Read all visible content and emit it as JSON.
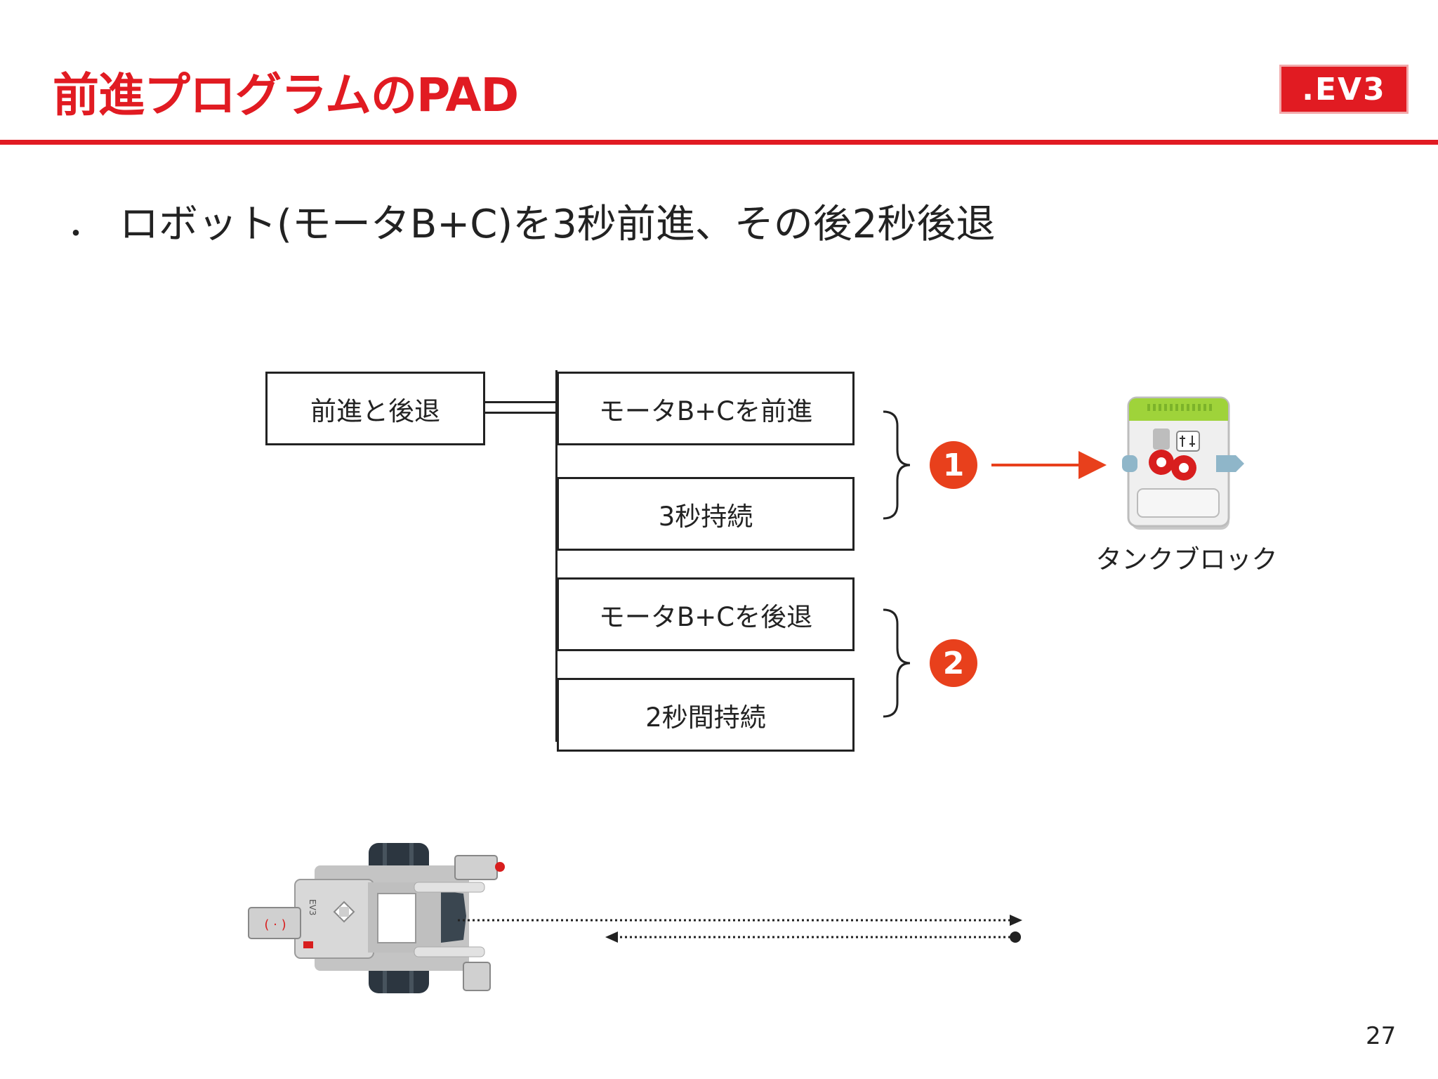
{
  "header": {
    "title": "前進プログラムのPAD",
    "logo_text": ".EV3"
  },
  "bullet": {
    "marker": "・",
    "text": "ロボット(モータB+C)を3秒前進、その後2秒後退"
  },
  "pad": {
    "root_label": "前進と後退",
    "steps": [
      {
        "label": "モータB+Cを前進"
      },
      {
        "label": "3秒持続"
      },
      {
        "label": "モータB+Cを後退"
      },
      {
        "label": "2秒間持続"
      }
    ]
  },
  "groups": [
    {
      "number": "1"
    },
    {
      "number": "2"
    }
  ],
  "tank_block": {
    "label": "タンクブロック",
    "icon": "tank-block-icon"
  },
  "robot": {
    "icon": "ev3-robot-icon",
    "body_text": "EV3"
  },
  "footer": {
    "page_number": "27"
  },
  "colors": {
    "accent": "#e11b22",
    "badge": "#e8401c",
    "block_green": "#9fd33a"
  }
}
